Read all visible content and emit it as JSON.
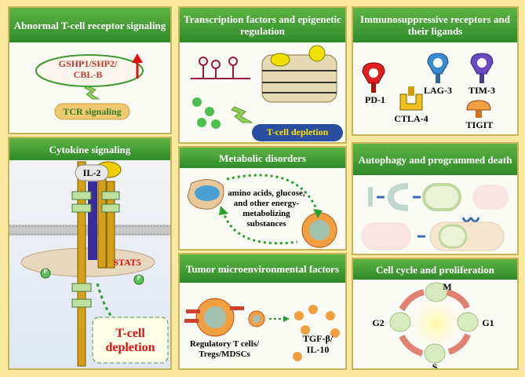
{
  "panels": {
    "tcr": {
      "title": "Abnormal T-cell receptor signaling",
      "regulators": "GSHP1/SHP2/ CBL-B",
      "tcr_label": "TCR signaling"
    },
    "cytokine": {
      "title": "Cytokine signaling",
      "il2": "IL-2",
      "stat5": "STAT5",
      "p_left": "P",
      "p_right": "P",
      "outcome": "T-cell depletion"
    },
    "transcription": {
      "title": "Transcription factors and epigenetic regulation",
      "outcome": "T-cell depletion"
    },
    "metabolic": {
      "title": "Metabolic disorders",
      "text": "amino acids, glucose, and other energy-metabolizing substances"
    },
    "tumor": {
      "title": "Tumor microenvironmental factors",
      "cells": "Regulatory T cells/ Tregs/MDSCs",
      "factors": "TGF-β/ IL-10"
    },
    "receptors": {
      "title": "Immunosuppressive receptors and their ligands",
      "pd1": "PD-1",
      "lag3": "LAG-3",
      "tim3": "TIM-3",
      "ctla4": "CTLA-4",
      "tigit": "TIGIT"
    },
    "autophagy": {
      "title": "Autophagy and programmed death"
    },
    "cellcycle": {
      "title": "Cell cycle and proliferation",
      "m": "M",
      "g1": "G1",
      "s": "S",
      "g2": "G2"
    }
  },
  "colors": {
    "header_green": "#3f9a33",
    "stat5_red": "#e01010",
    "tcr_text": "#2e7d23",
    "reg_text": "#c0392b",
    "depletion_box": "#2a4fa0"
  }
}
